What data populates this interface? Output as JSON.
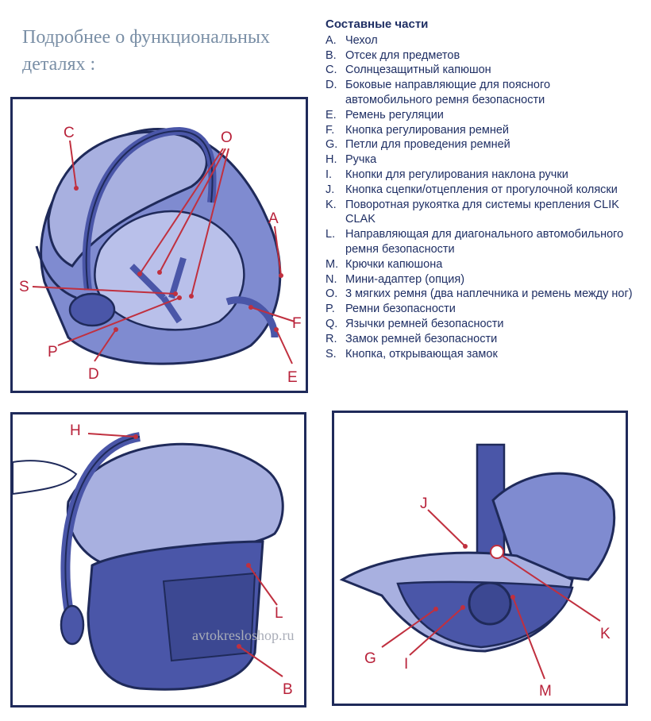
{
  "heading": "Подробнее о функциональных деталях :",
  "parts_title": "Составные части",
  "parts": [
    {
      "key": "A.",
      "text": "Чехол"
    },
    {
      "key": "B.",
      "text": "Отсек для предметов"
    },
    {
      "key": "C.",
      "text": "Солнцезащитный капюшон"
    },
    {
      "key": "D.",
      "text": "Боковые направляющие для поясного автомобильного ремня безопасности"
    },
    {
      "key": "E.",
      "text": "Ремень регуляции"
    },
    {
      "key": "F.",
      "text": "Кнопка регулирования ремней"
    },
    {
      "key": "G.",
      "text": "Петли для проведения ремней"
    },
    {
      "key": "H.",
      "text": "Ручка"
    },
    {
      "key": "I.",
      "text": "Кнопки для регулирования наклона ручки"
    },
    {
      "key": "J.",
      "text": "Кнопка сцепки/отцепления от прогулочной коляски"
    },
    {
      "key": "K.",
      "text": "Поворотная рукоятка для системы крепления CLIK CLAK"
    },
    {
      "key": "L.",
      "text": "Направляющая для диагонального автомобильного ремня безопасности"
    },
    {
      "key": "M.",
      "text": "Крючки капюшона"
    },
    {
      "key": "N.",
      "text": "Мини-адаптер (опция)"
    },
    {
      "key": "O.",
      "text": "3 мягких ремня (два наплечника и ремень между ног)"
    },
    {
      "key": "P.",
      "text": "Ремни безопасности"
    },
    {
      "key": "Q.",
      "text": "Язычки ремней безопасности"
    },
    {
      "key": "R.",
      "text": "Замок ремней безопасности"
    },
    {
      "key": "S.",
      "text": "Кнопка, открывающая замок"
    }
  ],
  "labels": {
    "c": "C",
    "o": "O",
    "a": "A",
    "s": "S",
    "f": "F",
    "p": "P",
    "d": "D",
    "e": "E",
    "h": "H",
    "l": "L",
    "b": "B",
    "j": "J",
    "g": "G",
    "i": "I",
    "k": "K",
    "m": "M"
  },
  "watermark": "avtokresloshop.ru",
  "colors": {
    "frame": "#1f2a5a",
    "seat_light": "#a8b0e0",
    "seat_mid": "#7f8bd0",
    "seat_dark": "#4a56a8",
    "outline": "#1f2a5a",
    "leader": "#c0303f"
  }
}
